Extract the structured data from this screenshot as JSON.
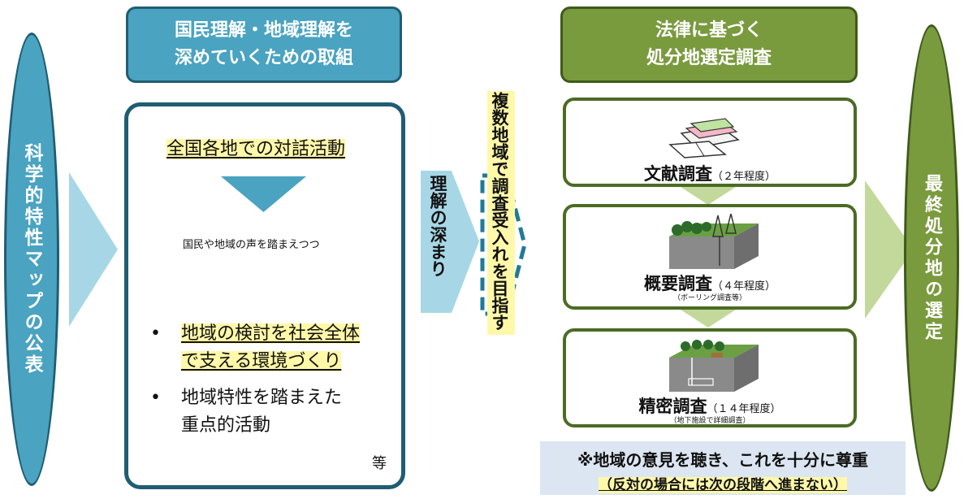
{
  "left_pill": {
    "label": "科学的特性マップの公表"
  },
  "right_pill": {
    "label": "最終処分地の選定"
  },
  "left_header": {
    "line1": "国民理解・地域理解を",
    "line2": "深めていくための取組"
  },
  "left_box": {
    "dialogue": "全国各地での対話活動",
    "sub_note": "国民や地域の声を踏まえつつ",
    "bullet1_line1": "地域の検討を社会全体",
    "bullet1_line2": "で支える環境づくり",
    "bullet2_line1": "地域特性を踏まえた",
    "bullet2_line2": "重点的活動",
    "bullet_char": "•",
    "etc": "等"
  },
  "middle": {
    "understanding": "理解の深まり",
    "target": "複数地域で調査受入れを目指す"
  },
  "right_header": {
    "line1": "法律に基づく",
    "line2": "処分地選定調査"
  },
  "stages": [
    {
      "title": "文献調査",
      "duration": "（２年程度）",
      "note": ""
    },
    {
      "title": "概要調査",
      "duration": "（４年程度）",
      "note": "（ボーリング調査等）"
    },
    {
      "title": "精密調査",
      "duration": "（１４年程度）",
      "note": "（地下施設で詳細調査）"
    }
  ],
  "note": {
    "main": "※地域の意見を聴き、これを十分に尊重",
    "sub": "（反対の場合には次の段階へ進まない）"
  },
  "colors": {
    "blue": "#4aa3c0",
    "blue_dark": "#1f5d73",
    "light_blue_arrow": "#a7d7e6",
    "green": "#7a9a3e",
    "green_dark": "#3e5a1c",
    "light_green_arrow": "#c3d89b",
    "highlight": "#fff8a8",
    "note_bg": "#dce6f2"
  },
  "icons": [
    "books-icon",
    "forest-tower-icon",
    "underground-facility-icon"
  ]
}
